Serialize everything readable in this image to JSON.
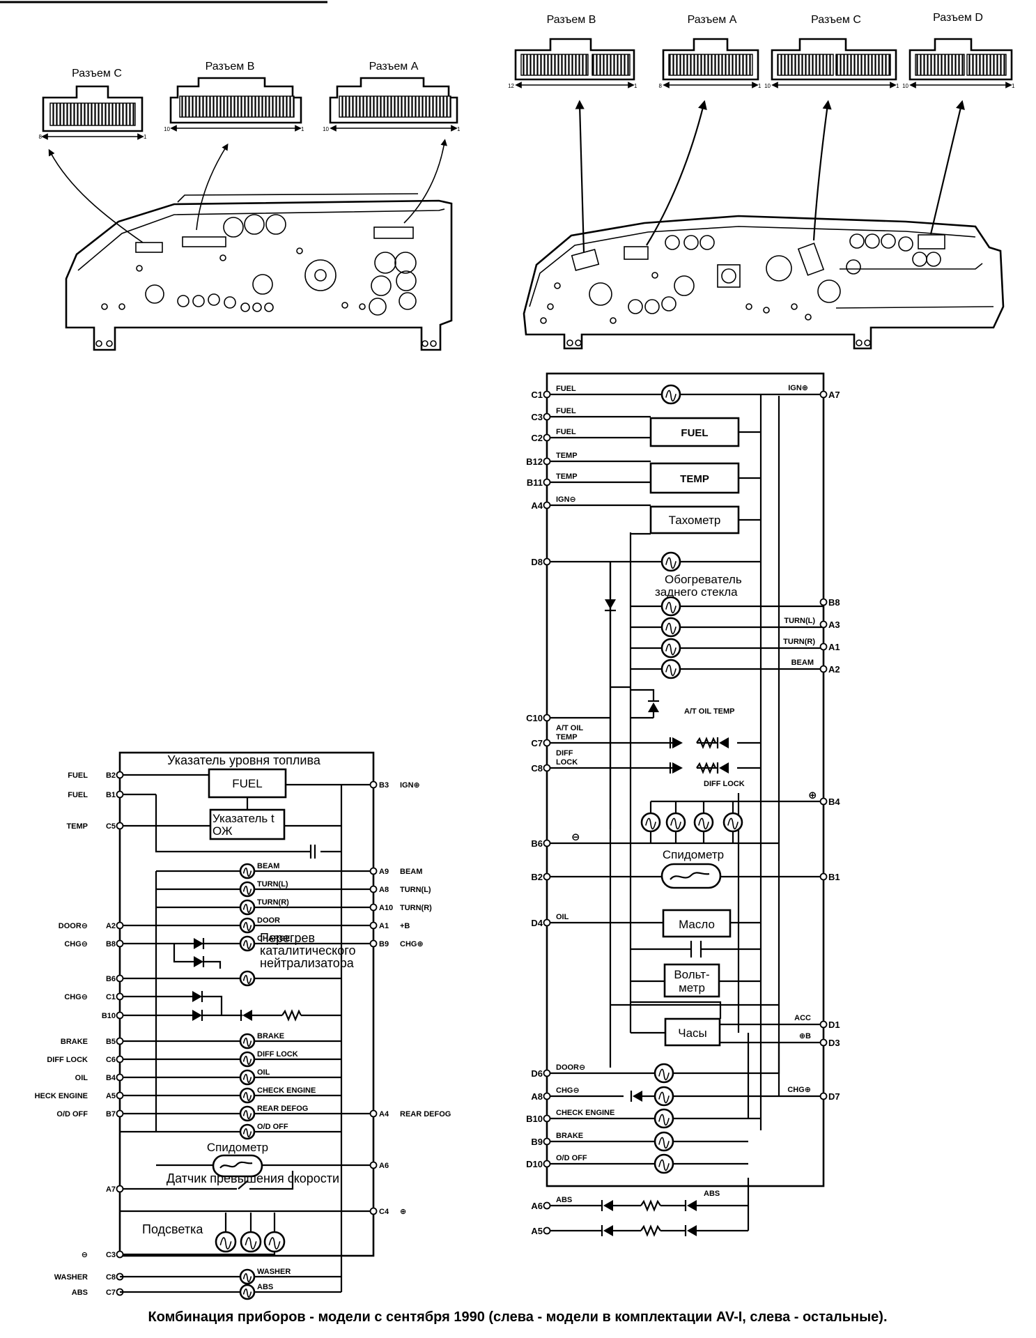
{
  "caption": "Комбинация приборов - модели с сентября 1990 (слева - модели в комплектации AV-I, слева - остальные).",
  "left_connectors": {
    "c": {
      "title": "Разъем C",
      "first": "8",
      "last": "1"
    },
    "b": {
      "title": "Разъем B",
      "first": "10",
      "last": "1"
    },
    "a": {
      "title": "Разъем A",
      "first": "10",
      "last": "1"
    }
  },
  "right_connectors": {
    "b": {
      "title": "Разъем B",
      "first": "12",
      "last": "1"
    },
    "a": {
      "title": "Разъем A",
      "first": "8",
      "last": "1"
    },
    "c": {
      "title": "Разъем C",
      "first": "10",
      "last": "1"
    },
    "d": {
      "title": "Разъем D",
      "first": "10",
      "last": "1"
    }
  },
  "left_schematic": {
    "fuel_gauge_title": "Указатель уровня топлива",
    "fuel_box": "FUEL",
    "temp_box_line1": "Указатель t",
    "temp_box_line2": "ОЖ",
    "overheat_line1": "Перегрев",
    "overheat_line2": "каталитического",
    "overheat_line3": "нейтрализатора",
    "speedo": "Спидометр",
    "overspeed": "Датчик превышения скорости",
    "backlight": "Подсветка",
    "left_pins": [
      {
        "label": "FUEL",
        "pin": "B2"
      },
      {
        "label": "FUEL",
        "pin": "B1"
      },
      {
        "label": "TEMP",
        "pin": "C5"
      },
      {
        "label": "DOOR⊖",
        "pin": "A2"
      },
      {
        "label": "CHG⊖",
        "pin": "B8"
      },
      {
        "label": "",
        "pin": "B6"
      },
      {
        "label": "CHG⊖",
        "pin": "C1"
      },
      {
        "label": "",
        "pin": "B10"
      },
      {
        "label": "BRAKE",
        "pin": "B5"
      },
      {
        "label": "DIFF LOCK",
        "pin": "C6"
      },
      {
        "label": "OIL",
        "pin": "B4"
      },
      {
        "label": "HECK ENGINE",
        "pin": "A5"
      },
      {
        "label": "O/D OFF",
        "pin": "B7"
      },
      {
        "label": "",
        "pin": "A7"
      },
      {
        "label": "⊖",
        "pin": "C3"
      },
      {
        "label": "WASHER",
        "pin": "C8"
      },
      {
        "label": "ABS",
        "pin": "C7"
      }
    ],
    "right_pins": [
      {
        "pin": "B3",
        "label": "IGN⊕"
      },
      {
        "pin": "A9",
        "label": "BEAM"
      },
      {
        "pin": "A8",
        "label": "TURN(L)"
      },
      {
        "pin": "A10",
        "label": "TURN(R)"
      },
      {
        "pin": "A1",
        "label": "+B"
      },
      {
        "pin": "B9",
        "label": "CHG⊕"
      },
      {
        "pin": "A4",
        "label": "REAR DEFOG"
      },
      {
        "pin": "A6",
        "label": ""
      },
      {
        "pin": "C4",
        "label": "⊕"
      }
    ],
    "lamps": [
      "BEAM",
      "TURN(L)",
      "TURN(R)",
      "DOOR",
      "CHARGE",
      "BRAKE",
      "DIFF LOCK",
      "OIL",
      "CHECK ENGINE",
      "REAR DEFOG",
      "O/D OFF",
      "WASHER",
      "ABS"
    ]
  },
  "right_schematic": {
    "left_pins": [
      {
        "pin": "C1",
        "label": "FUEL"
      },
      {
        "pin": "C3",
        "label": "FUEL"
      },
      {
        "pin": "C2",
        "label": "FUEL"
      },
      {
        "pin": "B12",
        "label": "TEMP"
      },
      {
        "pin": "B11",
        "label": "TEMP"
      },
      {
        "pin": "A4",
        "label": "IGN⊖"
      },
      {
        "pin": "D8",
        "label": ""
      },
      {
        "pin": "C10",
        "label": ""
      },
      {
        "pin": "C7",
        "label": "A/T OIL"
      },
      {
        "pin": "C8",
        "label": "DIFF"
      },
      {
        "pin": "B6",
        "label": ""
      },
      {
        "pin": "B2",
        "label": ""
      },
      {
        "pin": "D4",
        "label": "OIL"
      },
      {
        "pin": "D6",
        "label": "DOOR⊖"
      },
      {
        "pin": "A8",
        "label": "CHG⊖"
      },
      {
        "pin": "B10",
        "label": "CHECK ENGINE"
      },
      {
        "pin": "B9",
        "label": "BRAKE"
      },
      {
        "pin": "D10",
        "label": "O/D OFF"
      },
      {
        "pin": "A6",
        "label": "ABS"
      },
      {
        "pin": "A5",
        "label": ""
      }
    ],
    "label_temp2": "TEMP",
    "label_lock": "LOCK",
    "right_pins": [
      {
        "pin": "A7",
        "label": "IGN⊕"
      },
      {
        "pin": "B8",
        "label": ""
      },
      {
        "pin": "A3",
        "label": "TURN(L)"
      },
      {
        "pin": "A1",
        "label": "TURN(R)"
      },
      {
        "pin": "A2",
        "label": "BEAM"
      },
      {
        "pin": "B4",
        "label": "⊕"
      },
      {
        "pin": "B1",
        "label": ""
      },
      {
        "pin": "D1",
        "label": "ACC"
      },
      {
        "pin": "D3",
        "label": "⊕B"
      },
      {
        "pin": "D7",
        "label": "CHG⊕"
      }
    ],
    "fuel_box": "FUEL",
    "temp_box": "TEMP",
    "tacho_box": "Тахометр",
    "rear_defog_line1": "Обогреватель",
    "rear_defog_line2": "заднего стекла",
    "at_oil_temp": "A/T OIL TEMP",
    "diff_lock": "DIFF LOCK",
    "minus": "⊖",
    "speedo": "Спидометр",
    "oil_box": "Масло",
    "volt_line1": "Вольт-",
    "volt_line2": "метр",
    "clock_box": "Часы",
    "abs_led": "ABS"
  }
}
